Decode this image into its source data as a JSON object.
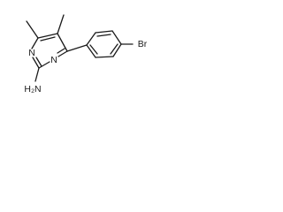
{
  "molecule": {
    "atoms": {
      "n_ring_upper": "N",
      "n_ring_lower": "N",
      "amine": "H₂N",
      "bromine": "Br"
    }
  }
}
